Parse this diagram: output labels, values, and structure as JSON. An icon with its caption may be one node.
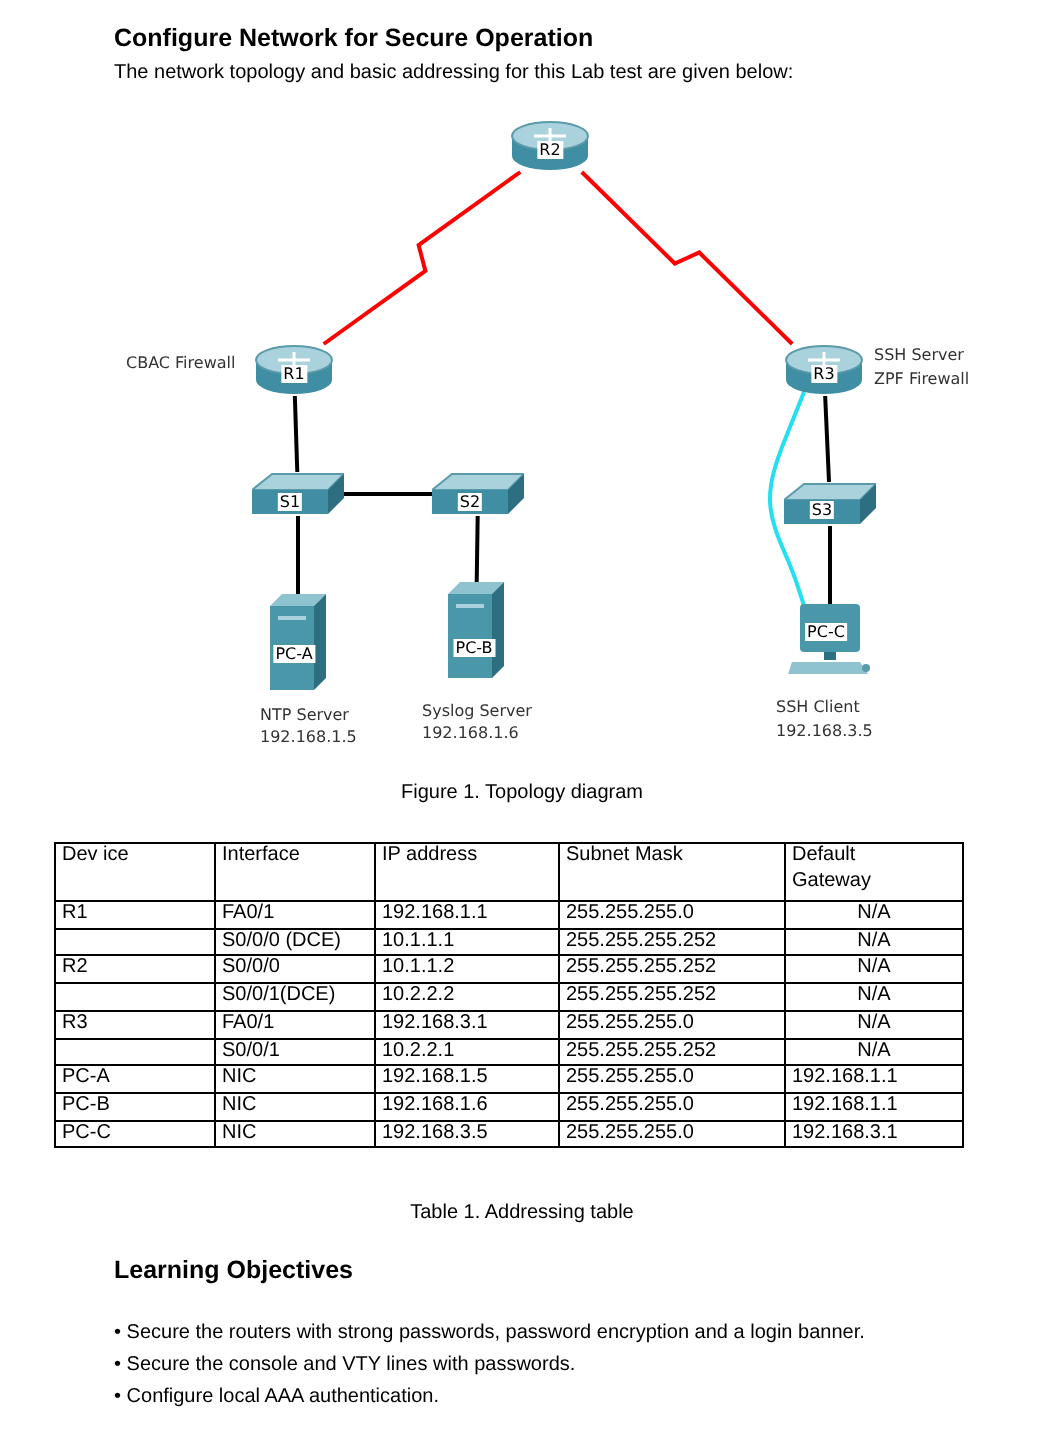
{
  "diagram": {
    "title": "Configure Network for Secure Operation",
    "nodes": [
      {
        "text": [
          "R2"
        ]
      },
      {
        "text": [
          "R1"
        ],
        "beside": [
          "CBAC Firewall"
        ]
      },
      {
        "text": [
          "R3"
        ],
        "beside": [
          "SSH Server",
          "ZPF Firewall"
        ]
      },
      {
        "text": [
          "S1"
        ]
      },
      {
        "text": [
          "S2"
        ]
      },
      {
        "text": [
          "S3"
        ]
      },
      {
        "text": [
          "PC-A"
        ],
        "beside": [
          "NTP Server",
          "192.168.1.5"
        ]
      },
      {
        "text": [
          "PC-B"
        ],
        "beside": [
          "Syslog Server",
          "192.168.1.6"
        ]
      },
      {
        "text": [
          "PC-C"
        ],
        "beside": [
          "SSH Client",
          "192.168.3.5"
        ]
      }
    ],
    "edges": [
      {
        "from": 0,
        "to": 1,
        "arrow": "none",
        "color": "#ff0000"
      },
      {
        "from": 0,
        "to": 2,
        "arrow": "none",
        "color": "#ff0000"
      },
      {
        "from": 1,
        "to": 3,
        "arrow": "none"
      },
      {
        "from": 3,
        "to": 4,
        "arrow": "none"
      },
      {
        "from": 3,
        "to": 6,
        "arrow": "none"
      },
      {
        "from": 4,
        "to": 7,
        "arrow": "none"
      },
      {
        "from": 2,
        "to": 5,
        "arrow": "none"
      },
      {
        "from": 5,
        "to": 8,
        "arrow": "none"
      },
      {
        "from": 2,
        "to": 8,
        "arrow": "none",
        "color": "#22e0f0"
      }
    ],
    "labels": [
      "The network topology and basic addressing for this Lab test are given below:",
      "Figure 1. Topology diagram",
      "Dev ice",
      "Interface",
      "IP address",
      "Subnet Mask",
      "Default Gateway",
      "R1",
      "FA0/1",
      "192.168.1.1",
      "255.255.255.0",
      "N/A",
      "S0/0/0 (DCE)",
      "10.1.1.1",
      "255.255.255.252",
      "N/A",
      "R2",
      "S0/0/0",
      "10.1.1.2",
      "255.255.255.252",
      "N/A",
      "S0/0/1(DCE)",
      "10.2.2.2",
      "255.255.255.252",
      "N/A",
      "R3",
      "FA0/1",
      "192.168.3.1",
      "255.255.255.0",
      "N/A",
      "S0/0/1",
      "10.2.2.1",
      "255.255.255.252",
      "N/A",
      "PC-A",
      "NIC",
      "192.168.1.5",
      "255.255.255.0",
      "192.168.1.1",
      "PC-B",
      "NIC",
      "192.168.1.6",
      "255.255.255.0",
      "192.168.1.1",
      "PC-C",
      "NIC",
      "192.168.3.5",
      "255.255.255.0",
      "192.168.3.1",
      "Table 1. Addressing table",
      "Learning Objectives",
      "• Secure the routers with strong passwords, password encryption and a login banner.",
      "• Secure the console and VTY lines with passwords.",
      "• Configure local AAA authentication."
    ]
  }
}
